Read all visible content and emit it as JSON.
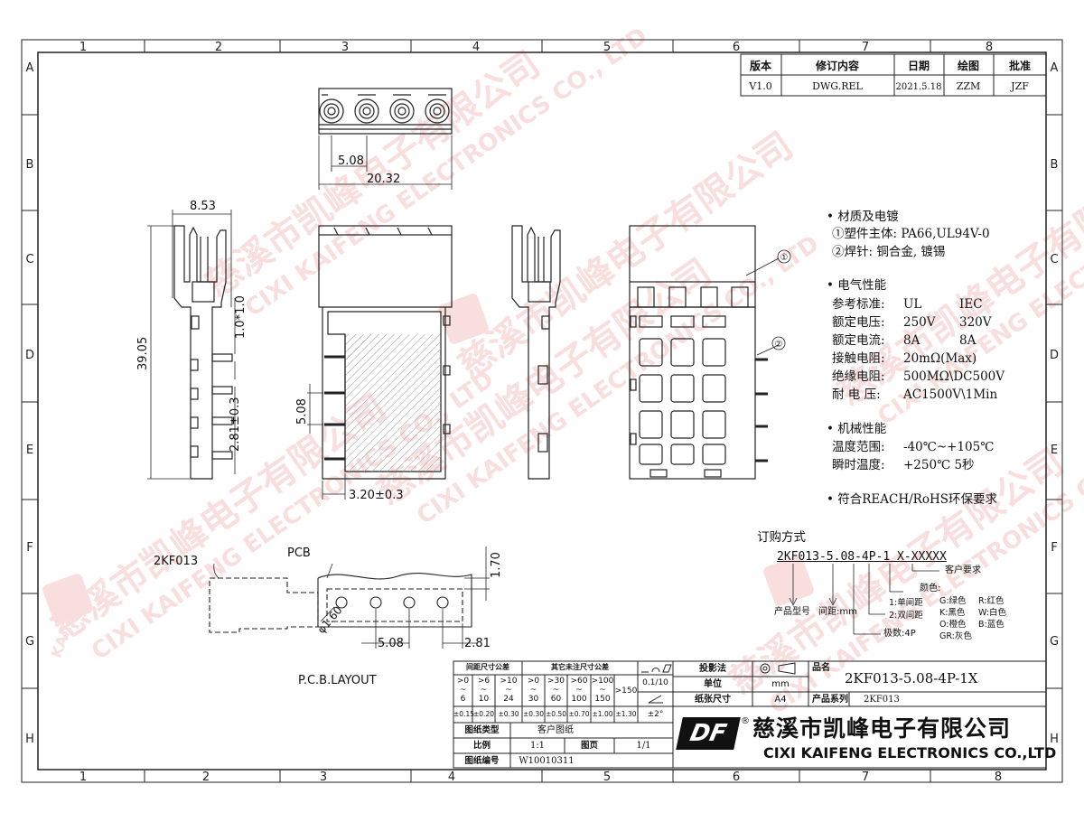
{
  "frame": {
    "cols_top": [
      "1",
      "2",
      "3",
      "4",
      "5",
      "6",
      "7",
      "8"
    ],
    "cols_bottom": [
      "1",
      "2",
      "3",
      "4",
      "5",
      "6",
      "7",
      "8"
    ],
    "rows_left": [
      "A",
      "B",
      "C",
      "D",
      "E",
      "F",
      "G",
      "H"
    ],
    "rows_right": [
      "A",
      "B",
      "C",
      "D",
      "E",
      "F",
      "G",
      "H"
    ]
  },
  "revision_table": {
    "headers": [
      "版本",
      "修订内容",
      "日期",
      "绘图",
      "批准"
    ],
    "row": [
      "V1.0",
      "DWG.REL",
      "2021.5.18",
      "ZZM",
      "JZF"
    ]
  },
  "dimensions": {
    "top_pitch": "5.08",
    "top_width": "20.32",
    "side_width": "8.53",
    "height": "39.05",
    "pin": "1.0*1.0",
    "pin_len": "2.81±0.3",
    "pitch_v": "5.08",
    "bottom": "3.20±0.3",
    "pcb_pitch": "5.08",
    "pcb_edge": "2.81",
    "pcb_height": "1.70",
    "hole_dia": "φ1.60"
  },
  "balloons": [
    "①",
    "②"
  ],
  "pcb_layout": {
    "part_label": "2KF013",
    "pcb_label": "PCB",
    "title": "P.C.B.LAYOUT"
  },
  "specs": {
    "material_title": "• 材质及电镀",
    "material_1": "①塑件主体: PA66,UL94V-0",
    "material_2": "②焊针: 铜合金, 镀锡",
    "electrical_title": "• 电气性能",
    "std_label": "参考标准:",
    "std_ul": "UL",
    "std_iec": "IEC",
    "voltage_label": "额定电压:",
    "voltage_ul": "250V",
    "voltage_iec": "320V",
    "current_label": "额定电流:",
    "current_ul": "8A",
    "current_iec": "8A",
    "contact_label": "接触电阻:",
    "contact_val": "20mΩ(Max)",
    "insulation_label": "绝缘电阻:",
    "insulation_val": "500MΩ\\DC500V",
    "withstand_label": "耐 电 压:",
    "withstand_val": "AC1500V\\1Min",
    "mechanical_title": "• 机械性能",
    "temp_label": "温度范围:",
    "temp_val": "-40℃~+105℃",
    "instant_label": "瞬时温度:",
    "instant_val": "+250℃ 5秒",
    "reach": "• 符合REACH/RoHS环保要求"
  },
  "ordering": {
    "title": "订购方式",
    "code": "2KF013-5.08-4P-1 X-XXXXX",
    "customer": "客户要求",
    "color_title": "颜色:",
    "colors": [
      "G:绿色",
      "R:红色",
      "K:黑色",
      "W:白色",
      "O:橙色",
      "B:蓝色",
      "GR:灰色"
    ],
    "pitch_opts": [
      "1:单间距",
      "2:双间距"
    ],
    "model": "产品型号",
    "pitch": "间距:mm",
    "poles": "极数:4P"
  },
  "tolerance_table": {
    "h1": "间距尺寸公差",
    "h2": "其它未注尺寸公差",
    "ranges_top": [
      ">0",
      ">6",
      ">10",
      ">0",
      ">30",
      ">60",
      ">100"
    ],
    "ranges_bottom": [
      "6",
      "10",
      "24",
      "30",
      "60",
      "100",
      "150"
    ],
    "over": ">150",
    "flat": "0.1/10",
    "angle": "±2°",
    "values": [
      "±0.15",
      "±0.20",
      "±0.30",
      "±0.30",
      "±0.50",
      "±0.70",
      "±1.00",
      "±1.30"
    ],
    "drawing_type_label": "图纸类型",
    "drawing_type": "客户图纸",
    "scale_label": "比例",
    "scale": "1:1",
    "page_label": "图页",
    "page": "1/1",
    "number_label": "图纸编号",
    "number": "W10010311"
  },
  "title_block": {
    "projection": "投影法",
    "unit_label": "单位",
    "unit": "mm",
    "paper_label": "纸张尺寸",
    "paper": "A4",
    "name_label": "品名",
    "name": "2KF013-5.08-4P-1X",
    "series_label": "产品系列",
    "series": "2KF013",
    "company_cn": "慈溪市凯峰电子有限公司",
    "company_en": "CIXI KAIFENG ELECTRONICS CO.,LTD",
    "logo": "DF"
  },
  "watermark": {
    "cn": "慈溪市凯峰电子有限公司",
    "en": "CIXI KAIFENG ELECTRONICS CO., LTD",
    "brand": "KAIFENG"
  }
}
